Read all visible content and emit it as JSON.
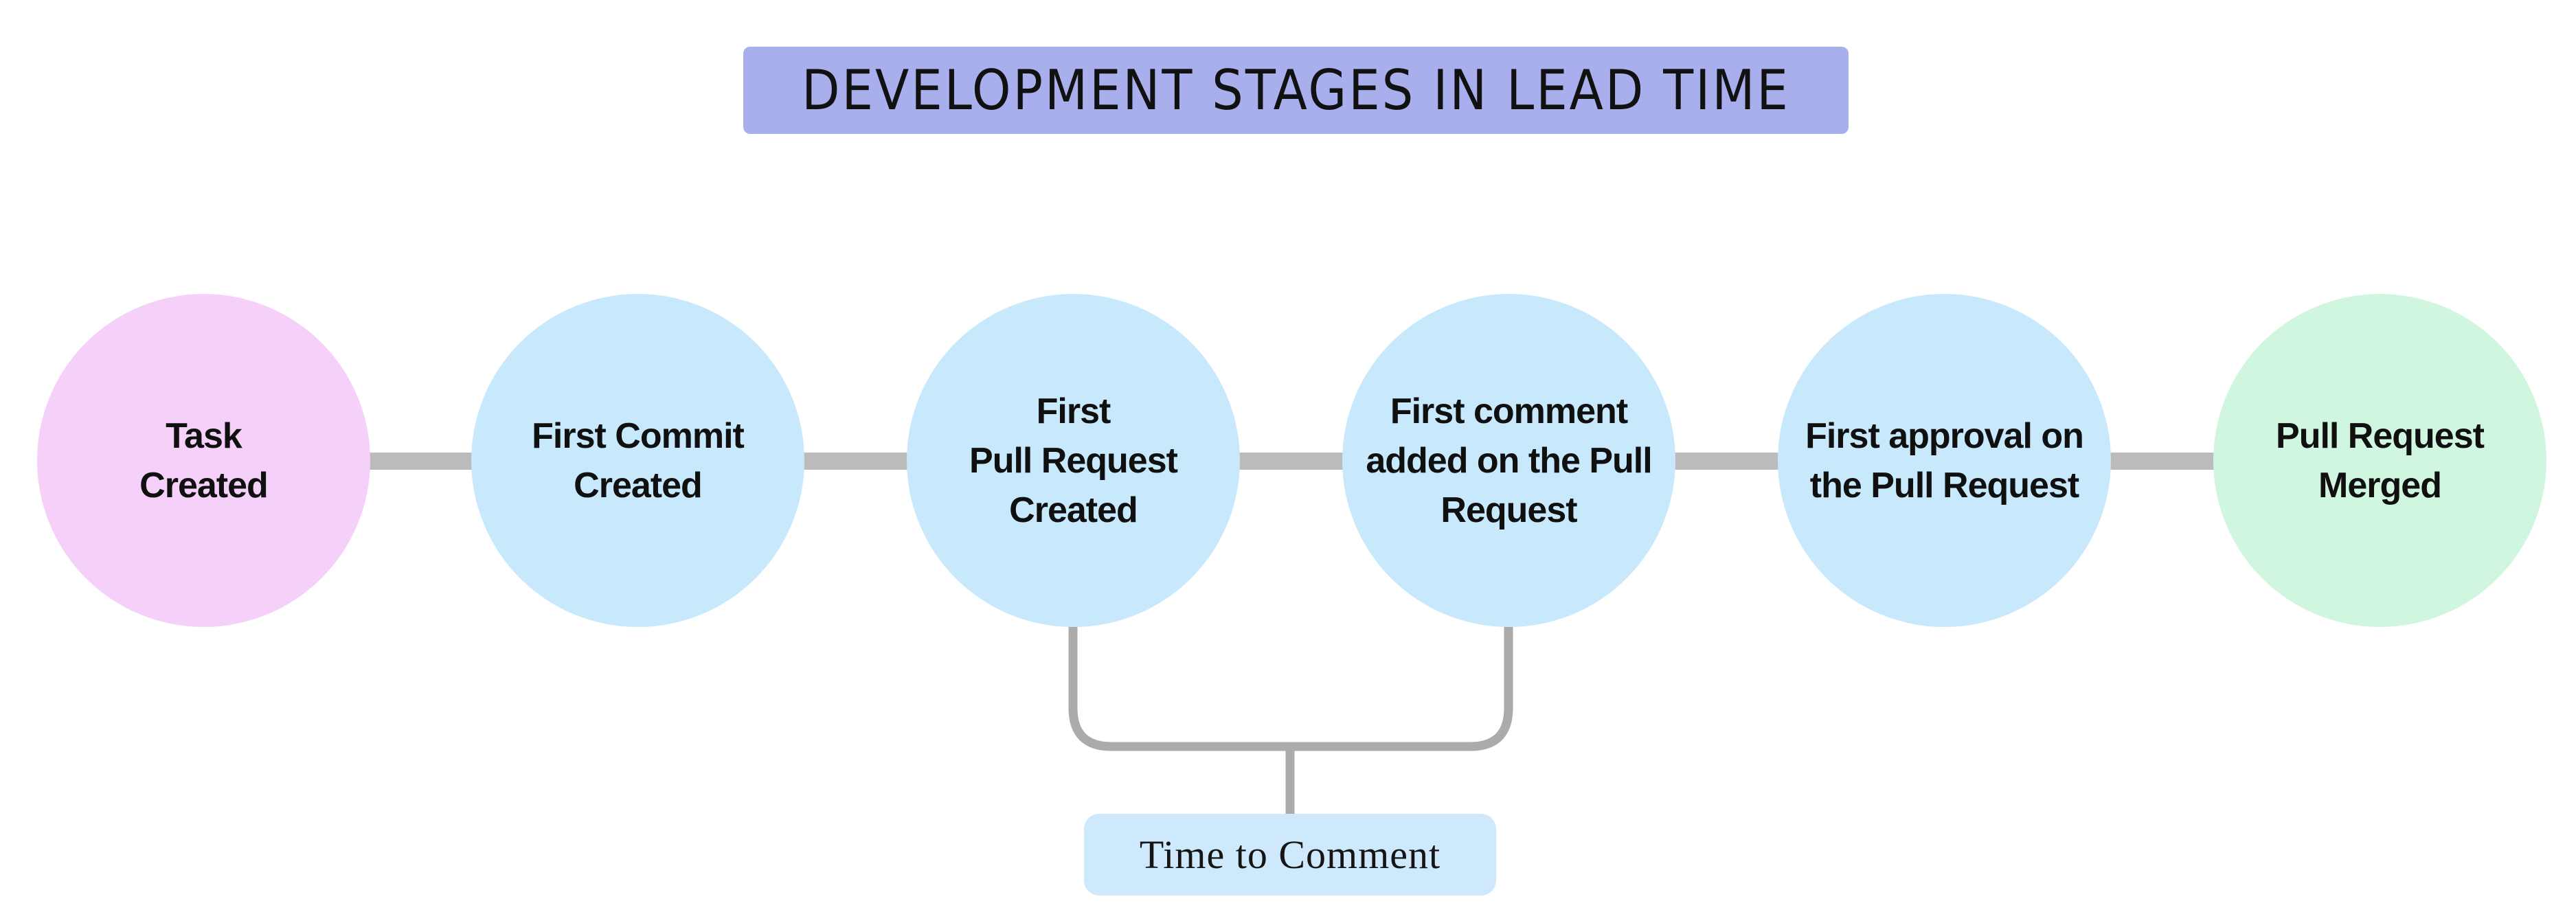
{
  "title": {
    "text": "DEVELOPMENT STAGES IN LEAD TIME",
    "bg_color": "#A9AEEC"
  },
  "stages": [
    {
      "name": "task-created",
      "lines": [
        "Task",
        "Created"
      ],
      "color": "#F5D1FA"
    },
    {
      "name": "first-commit-created",
      "lines": [
        "First Commit",
        "Created"
      ],
      "color": "#C8E8FC"
    },
    {
      "name": "first-pull-request-created",
      "lines": [
        "First",
        "Pull Request",
        "Created"
      ],
      "color": "#C8E8FC"
    },
    {
      "name": "first-comment-added",
      "lines": [
        "First comment",
        "added on the Pull",
        "Request"
      ],
      "color": "#C8E8FC"
    },
    {
      "name": "first-approval",
      "lines": [
        "First approval on",
        "the Pull Request"
      ],
      "color": "#C8E8FC"
    },
    {
      "name": "pull-request-merged",
      "lines": [
        "Pull Request",
        "Merged"
      ],
      "color": "#D1F6DF"
    }
  ],
  "annotation": {
    "label": "Time to Comment",
    "bg_color": "#CDE9FB",
    "connects": [
      "first-pull-request-created",
      "first-comment-added"
    ]
  },
  "connector_color": "#BBBBBB",
  "bracket_color": "#ABABAB"
}
